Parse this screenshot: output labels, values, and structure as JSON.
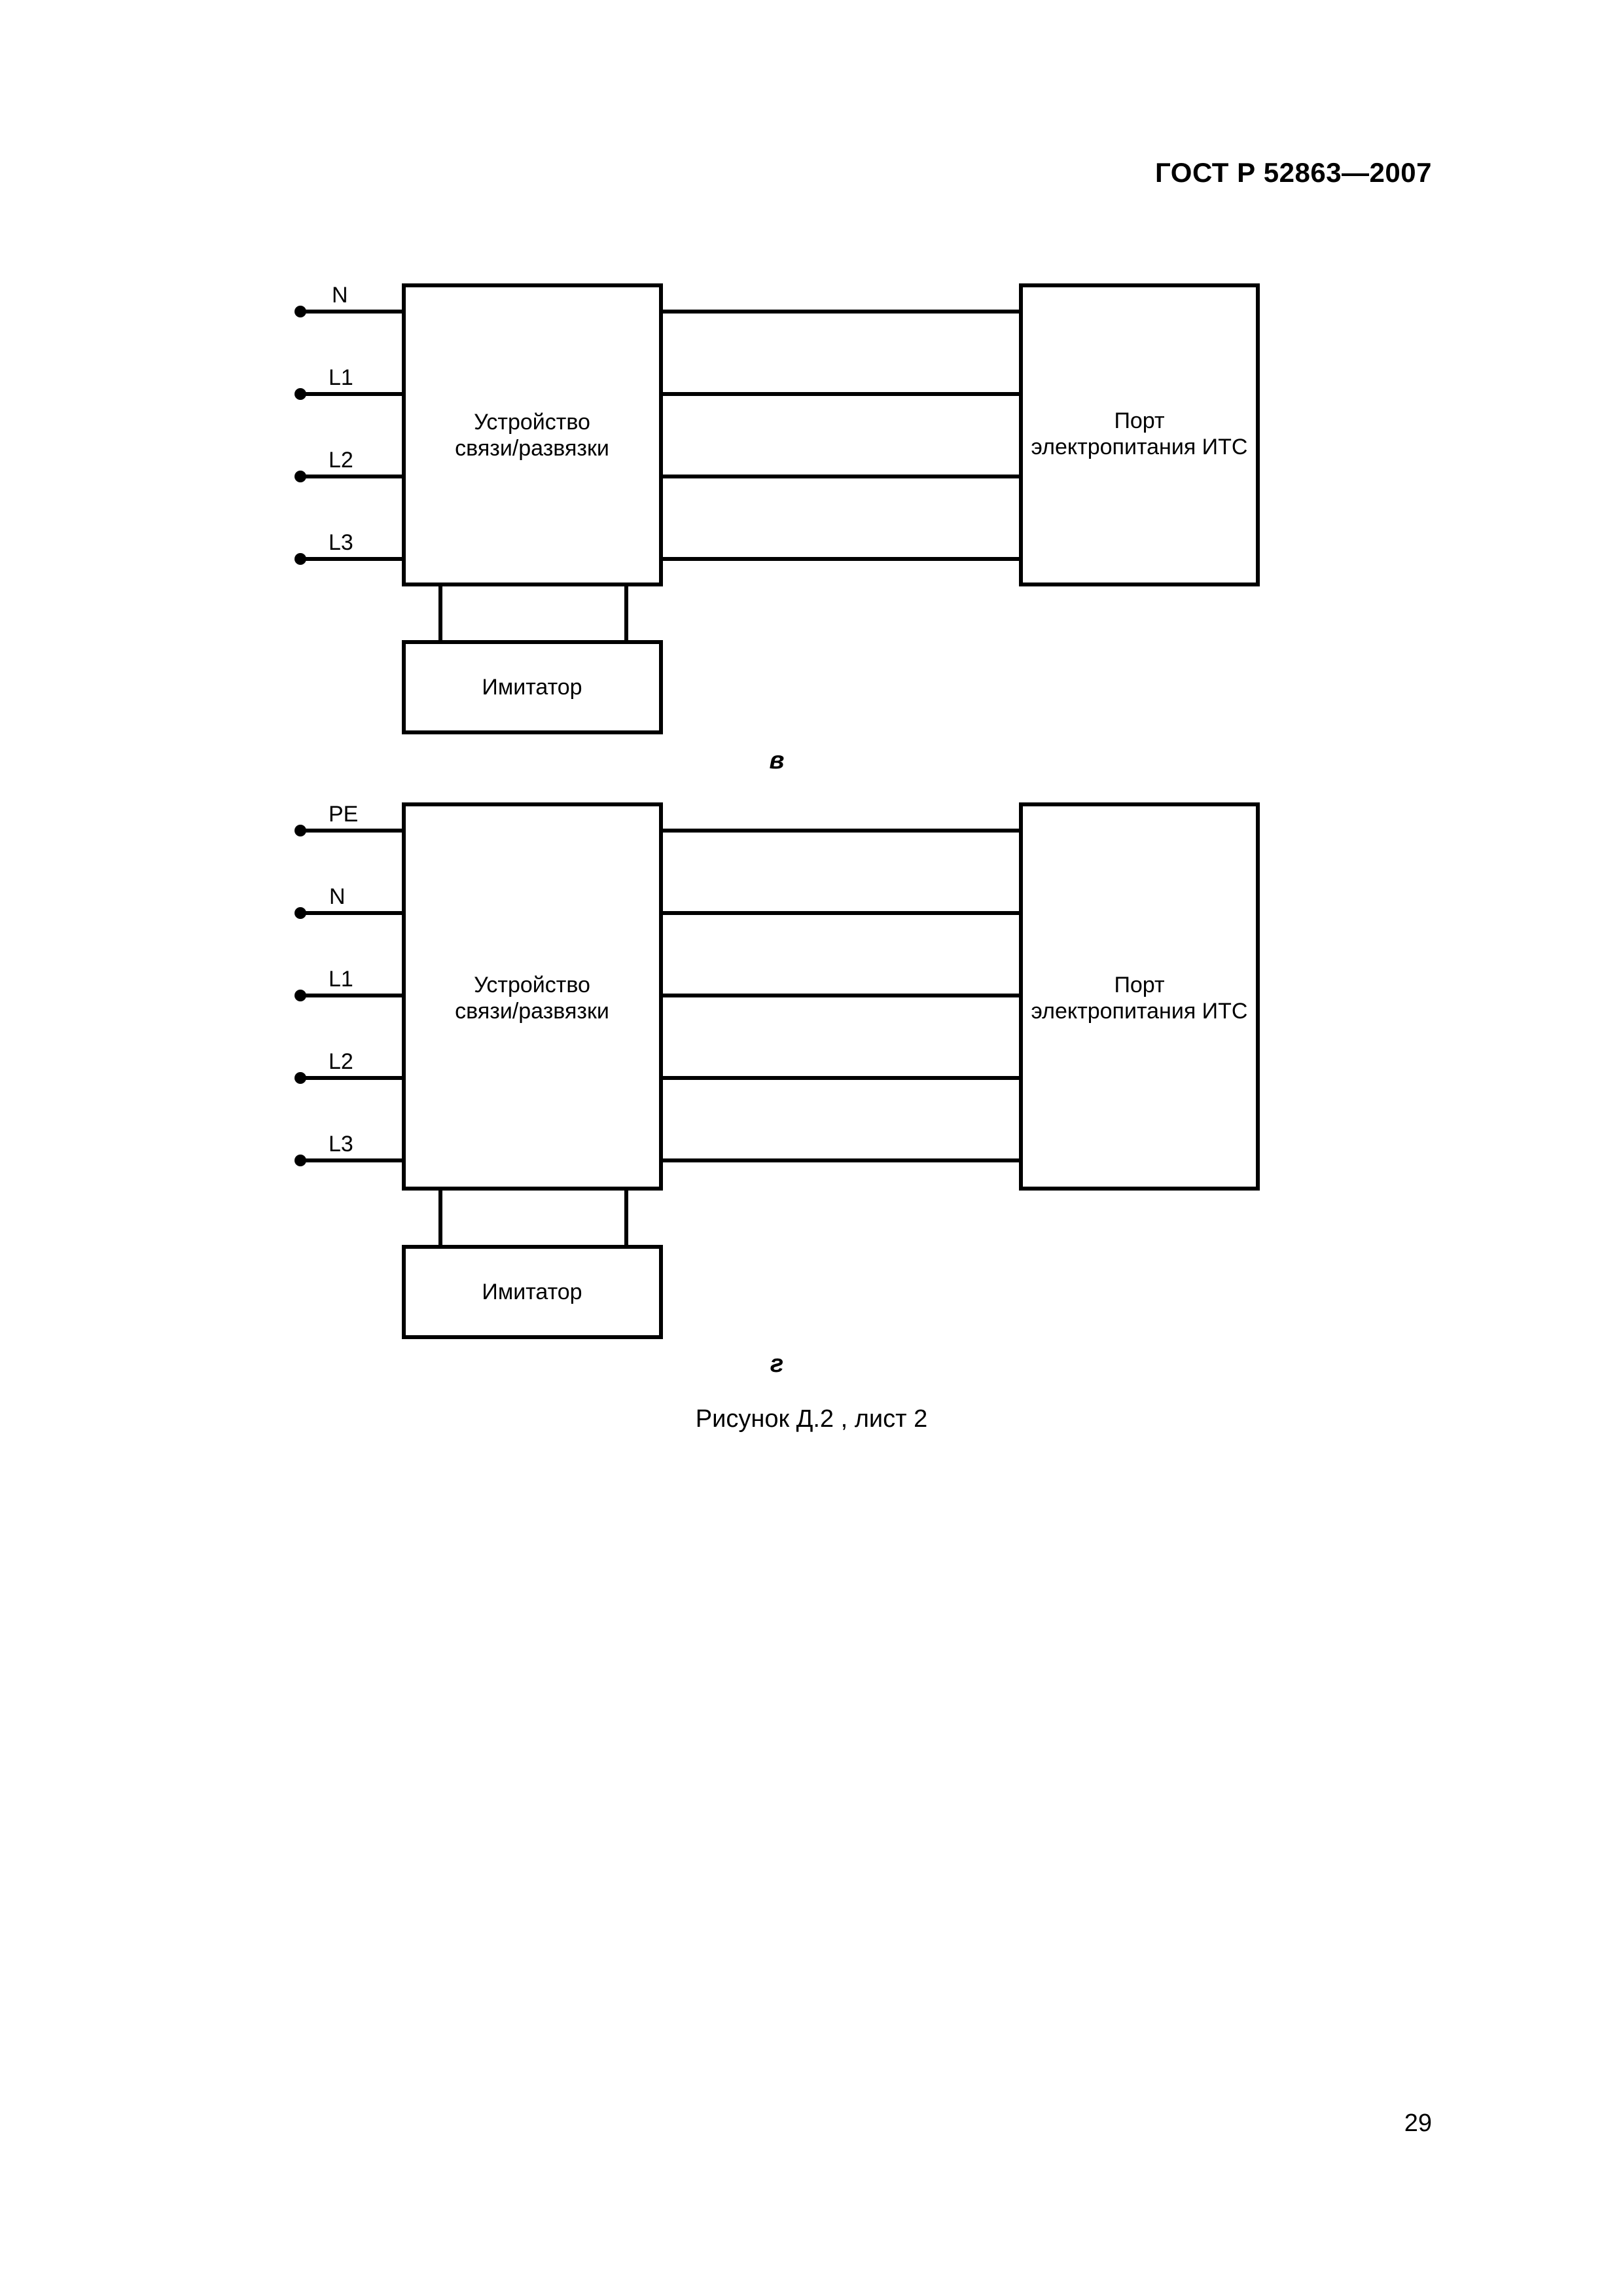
{
  "header": {
    "document_code": "ГОСТ Р 52863—2007"
  },
  "figure_v": {
    "sublabel": "в",
    "inputs": [
      "N",
      "L1",
      "L2",
      "L3"
    ],
    "coupling_device": {
      "line1": "Устройство",
      "line2": "связи/развязки"
    },
    "power_port": {
      "line1": "Порт",
      "line2": "электропитания ИТС"
    },
    "simulator": {
      "label": "Имитатор"
    }
  },
  "figure_g": {
    "sublabel": "г",
    "inputs": [
      "PE",
      "N",
      "L1",
      "L2",
      "L3"
    ],
    "coupling_device": {
      "line1": "Устройство",
      "line2": "связи/развязки"
    },
    "power_port": {
      "line1": "Порт",
      "line2": "электропитания ИТС"
    },
    "simulator": {
      "label": "Имитатор"
    }
  },
  "caption": "Рисунок Д.2 , лист 2",
  "page_number": "29"
}
